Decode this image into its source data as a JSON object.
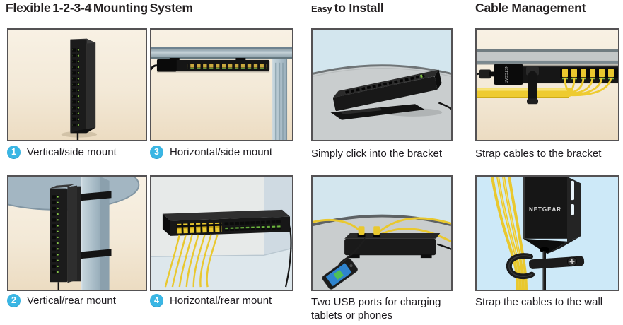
{
  "sections": {
    "mounting": {
      "title": "Flexible 1-2-3-4 Mounting System",
      "panels": [
        {
          "badge": "1",
          "caption": "Vertical/side mount"
        },
        {
          "badge": "3",
          "caption": "Horizontal/side mount"
        },
        {
          "badge": "2",
          "caption": "Vertical/rear mount"
        },
        {
          "badge": "4",
          "caption": "Horizontal/rear mount"
        }
      ]
    },
    "install": {
      "title_small": "Easy",
      "title_rest": "to Install",
      "panels": [
        {
          "caption": "Simply click into the bracket"
        },
        {
          "caption": "Two USB ports for charging tablets or phones"
        }
      ]
    },
    "cable_management": {
      "title": "Cable Management",
      "panels": [
        {
          "caption": "Strap cables to the bracket"
        },
        {
          "caption": "Strap the cables to the wall"
        }
      ]
    }
  },
  "branding": {
    "device_label": "NETGEAR"
  },
  "colors": {
    "badge_blue": "#3ab6e4",
    "panel_border": "#545254",
    "cream_background": "#f3e8d6",
    "sky_blue": "#d3e6ee",
    "cable_yellow": "#eecb30",
    "led_green": "#7dc242",
    "device_black": "#1a1a1a",
    "metal_blue_gray": "#a9bcc6"
  }
}
